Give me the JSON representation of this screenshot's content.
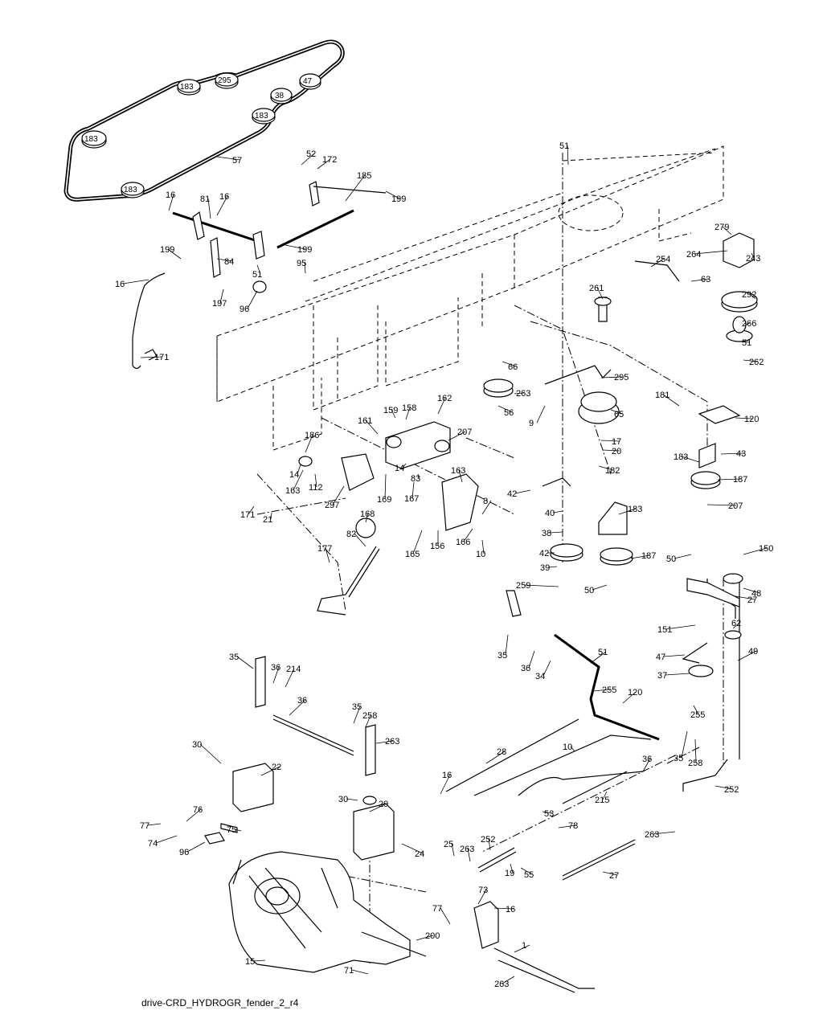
{
  "caption": "drive-CRD_HYDROGR_fender_2_r4",
  "belt_labels": [
    "183",
    "295",
    "47",
    "38",
    "183",
    "183",
    "183"
  ],
  "callouts": [
    "57",
    "52",
    "172",
    "185",
    "199",
    "51",
    "16",
    "81",
    "16",
    "199",
    "84",
    "199",
    "51",
    "95",
    "16",
    "197",
    "96",
    "171",
    "279",
    "264",
    "243",
    "254",
    "63",
    "261",
    "292",
    "266",
    "51",
    "262",
    "66",
    "295",
    "263",
    "181",
    "120",
    "56",
    "9",
    "65",
    "17",
    "20",
    "182",
    "43",
    "183",
    "187",
    "207",
    "161",
    "159",
    "158",
    "162",
    "207",
    "186",
    "14",
    "163",
    "112",
    "14",
    "83",
    "163",
    "167",
    "297",
    "169",
    "171",
    "21",
    "168",
    "8",
    "82",
    "165",
    "156",
    "166",
    "10",
    "177",
    "42",
    "40",
    "38",
    "42",
    "39",
    "259",
    "183",
    "187",
    "50",
    "50",
    "150",
    "48",
    "27",
    "151",
    "62",
    "35",
    "36",
    "34",
    "51",
    "49",
    "47",
    "37",
    "255",
    "35",
    "36",
    "214",
    "36",
    "35",
    "258",
    "120",
    "255",
    "263",
    "30",
    "22",
    "28",
    "10",
    "36",
    "35",
    "258",
    "16",
    "30",
    "29",
    "53",
    "252",
    "215",
    "78",
    "76",
    "77",
    "75",
    "74",
    "96",
    "25",
    "252",
    "263",
    "24",
    "19",
    "55",
    "27",
    "263",
    "73",
    "16",
    "77",
    "200",
    "1",
    "15",
    "71",
    "263"
  ]
}
